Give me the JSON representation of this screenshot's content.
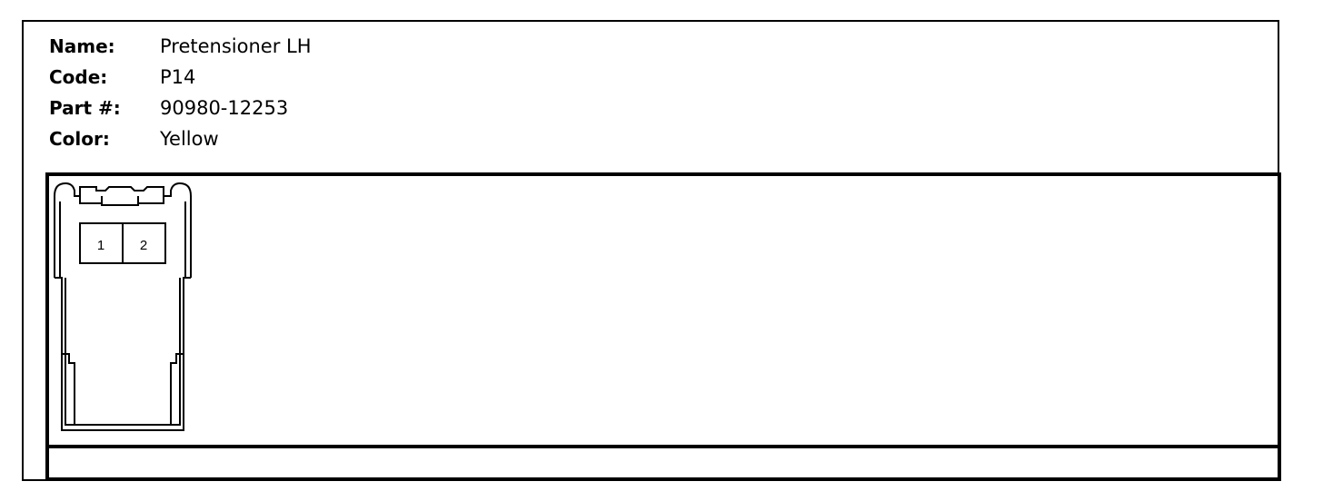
{
  "connector": {
    "name_label": "Name:",
    "name": "Pretensioner LH",
    "code_label": "Code:",
    "code": "P14",
    "part_label": "Part #:",
    "part": "90980-12253",
    "color_label": "Color:",
    "color": "Yellow"
  },
  "pins": [
    "1",
    "2"
  ]
}
